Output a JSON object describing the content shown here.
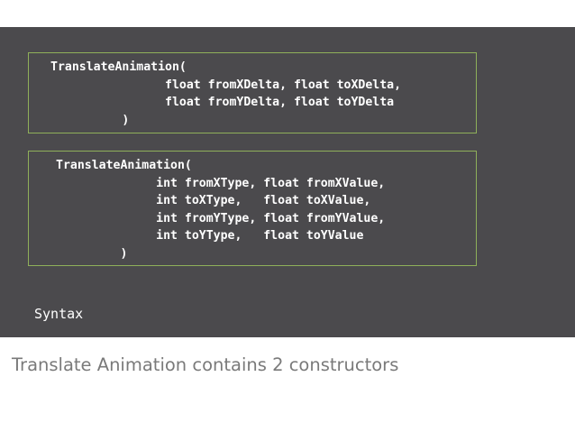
{
  "slide": {
    "code_block_1": {
      "lines": [
        "TranslateAnimation(",
        "                float fromXDelta, float toXDelta,",
        "                float fromYDelta, float toYDelta",
        "          )"
      ]
    },
    "code_block_2": {
      "lines": [
        "TranslateAnimation(",
        "              int fromXType, float fromXValue,",
        "              int toXType,   float toXValue,",
        "              int fromYType, float fromYValue,",
        "              int toYType,   float toYValue",
        "         )"
      ]
    },
    "label": "Syntax",
    "colors": {
      "background": "#4b4a4d",
      "box_border": "#8fb05a",
      "code_text": "#ffffff"
    }
  },
  "caption": "Translate Animation contains 2 constructors"
}
